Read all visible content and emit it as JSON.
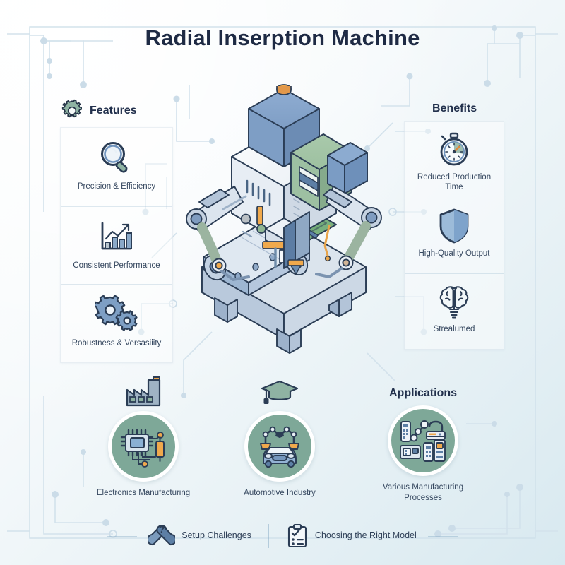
{
  "page": {
    "title": "Radial Inserption Machine",
    "background_top": "#fdfefe",
    "background_bottom": "#d8e9f0",
    "accent_dark": "#1e2a44",
    "accent_green": "#7ea898",
    "accent_blue": "#6f93bd",
    "accent_orange": "#f0a94c"
  },
  "features": {
    "header_label": "Features",
    "header_icon": "gear-icon",
    "items": [
      {
        "icon": "magnifier-icon",
        "label": "Precision & Efficiency"
      },
      {
        "icon": "bar-chart-growth-icon",
        "label": "Consistent Performance"
      },
      {
        "icon": "two-gears-icon",
        "label": "Robustness & Versasiiity"
      }
    ]
  },
  "benefits": {
    "header_label": "Benefits",
    "items": [
      {
        "icon": "stopwatch-icon",
        "label": "Reduced Production Time"
      },
      {
        "icon": "shield-icon",
        "label": "High-Quality Output"
      },
      {
        "icon": "brain-bulb-icon",
        "label": "Strealumed"
      }
    ]
  },
  "applications": {
    "header_label": "Applications",
    "items": [
      {
        "top_icon": "factory-icon",
        "circle_icon": "microchip-circuit-icon",
        "label": "Electronics Manufacturing"
      },
      {
        "top_icon": "graduation-cap-icon",
        "circle_icon": "car-robot-arms-icon",
        "label": "Automotive Industry"
      },
      {
        "top_icon": "",
        "circle_icon": "equipment-devices-icon",
        "label": "Various Manufacturing Processes"
      }
    ]
  },
  "footer": {
    "items": [
      {
        "icon": "wrench-question-icon",
        "label": "Setup Challenges"
      },
      {
        "icon": "clipboard-checklist-icon",
        "label": "Choosing the Right Model"
      }
    ]
  },
  "illustration": {
    "name": "isometric-radial-insertion-machine",
    "description": "Isometric radial insertion machine with conveyor base, green PCB, two robotic arms and blue/green housings"
  }
}
